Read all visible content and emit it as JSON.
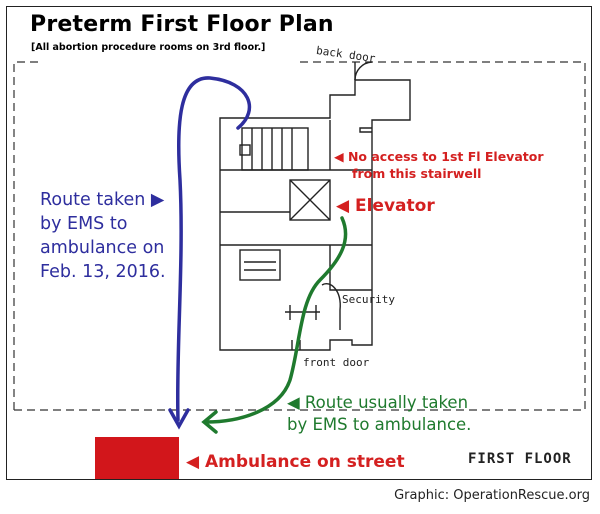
{
  "title": "Preterm First Floor Plan",
  "subtitle": "[All abortion procedure rooms on 3rd floor.]",
  "labels": {
    "route_ems": [
      "Route taken ▶",
      "by EMS to",
      "ambulance on",
      "Feb. 13, 2016."
    ],
    "no_access": [
      "◀ No access to 1st Fl Elevator",
      "from this stairwell"
    ],
    "elevator": "◀  Elevator",
    "route_usual": [
      "◀ Route usually taken",
      "by EMS to ambulance."
    ],
    "ambulance": "◀ Ambulance on street",
    "credit": "Graphic: OperationRescue.org"
  },
  "handwritten": {
    "back_door": "back door",
    "security": "Security",
    "front_door": "front door",
    "first_floor": "FIRST FLOOR"
  },
  "colors": {
    "blue_route": "#2e2e9e",
    "green_route": "#1f7a2e",
    "red": "#d42020",
    "ambulance": "#d2161b"
  }
}
